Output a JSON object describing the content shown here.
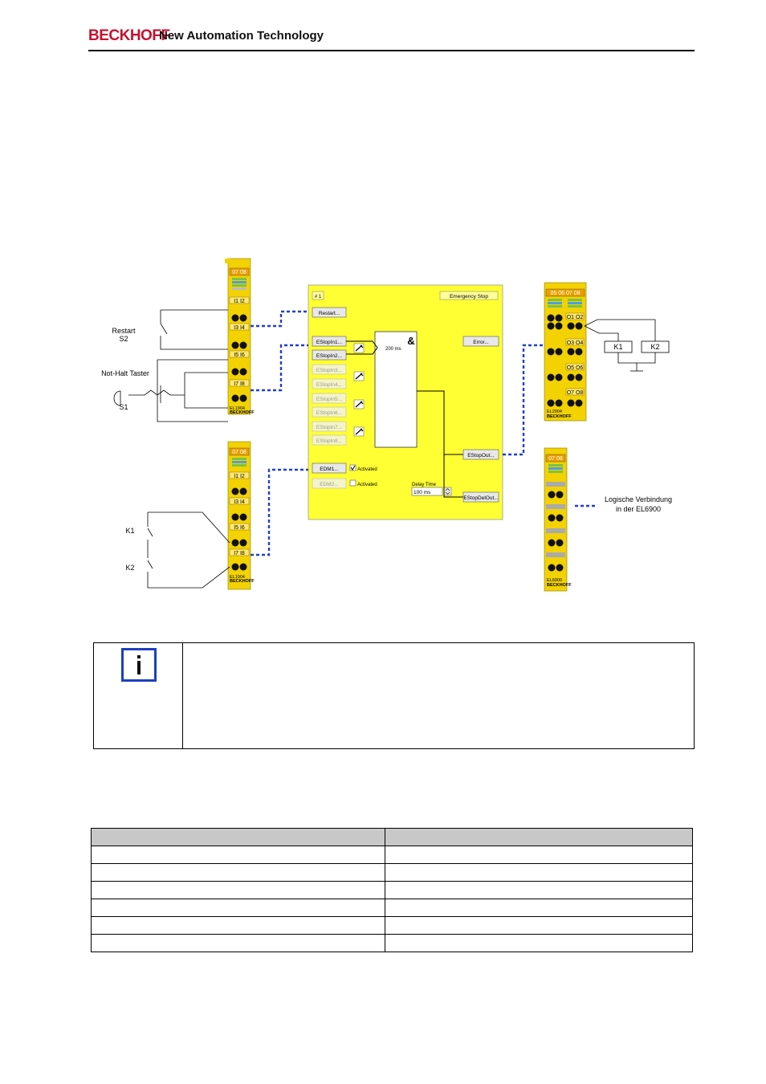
{
  "header": {
    "brand": "BECKHOFF",
    "tagline": "New Automation Technology"
  },
  "diagram": {
    "labels": {
      "restart": "Restart",
      "s2": "S2",
      "notHalt": "Not-Halt Taster",
      "s1": "S1",
      "k1": "K1",
      "k2": "K2",
      "logic1": "Logische Verbindung",
      "logic2": "in der EL6900"
    },
    "terminals": {
      "left1": {
        "top": "07 08",
        "rows": [
          "I1 I2",
          "I3 I4",
          "I5 I6",
          "I7 I8"
        ],
        "model": "EL1904",
        "brand": "BECKHOFF"
      },
      "left2": {
        "top": "07 08",
        "rows": [
          "I1 I2",
          "I3 I4",
          "I5 I6",
          "I7 I8"
        ],
        "model": "EL1904",
        "brand": "BECKHOFF"
      },
      "right1": {
        "top": "05 06  07 08",
        "rows": [
          "O1 O2",
          "O3 O4",
          "O5 O6",
          "O7 O8"
        ],
        "model": "EL2904",
        "brand": "BECKHOFF"
      },
      "right2": {
        "top": "07 08",
        "model": "EL6900",
        "brand": "BECKHOFF"
      }
    },
    "fb": {
      "id": "# 1",
      "title": "Emergency Stop",
      "restart": "Restart...",
      "inputs": [
        "EStopIn1...",
        "EStopIn2...",
        "EStopIn3...",
        "EStopIn4...",
        "EStopIn5...",
        "EStopIn6...",
        "EStopIn7...",
        "EStopIn8..."
      ],
      "and_symbol": "&",
      "time": "200 ms",
      "error": "Error...",
      "edm1": "EDM1...",
      "edm2": "EDM2...",
      "activated1": "Activated",
      "activated2": "Activated",
      "delay_label": "Delay Time",
      "delay_value": "100 ms",
      "out": "EStopOut...",
      "delout": "EStopDelOut..."
    }
  }
}
